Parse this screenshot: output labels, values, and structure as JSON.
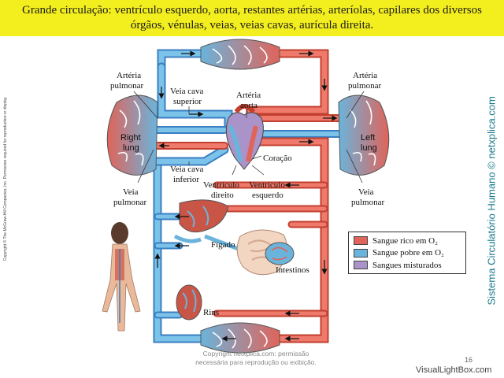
{
  "title": {
    "line1": "Grande circulação: ventrículo esquerdo, aorta, restantes artérias, arteríolas, capilares dos diversos",
    "line2": "órgãos, vénulas, veias, veias cavas, aurícula direita."
  },
  "labels": {
    "arteria_pulmonar_left": [
      "Artéria",
      "pulmonar"
    ],
    "arteria_pulmonar_right": [
      "Artéria",
      "pulmonar"
    ],
    "veia_cava_superior": [
      "Veia cava",
      "superior"
    ],
    "arteria_aorta": [
      "Artéria",
      "aorta"
    ],
    "right_lung": [
      "Right",
      "lung"
    ],
    "left_lung": [
      "Left",
      "lung"
    ],
    "coracao": "Coração",
    "veia_cava_inferior": [
      "Veia cava",
      "inferior"
    ],
    "ventriculo_direito": [
      "Ventrículo",
      "direito"
    ],
    "ventriculo_esquerdo": [
      "Ventrículo",
      "esquerdo"
    ],
    "veia_pulmonar_left": [
      "Veia",
      "pulmonar"
    ],
    "veia_pulmonar_right": [
      "Veia",
      "pulmonar"
    ],
    "figado": "Fígado",
    "intestinos": "Intestinos",
    "rins": "Rins"
  },
  "legend": [
    {
      "label": "Sangue rico em O₂",
      "color": "#e0645a"
    },
    {
      "label": "Sangue pobre em O₂",
      "color": "#6ab4dc"
    },
    {
      "label": "Sangues misturados",
      "color": "#a993c9"
    }
  ],
  "side_copyright": "Copyright © The McGraw-Hill Companies, Inc. Permission required for reproduction or display.",
  "side_brand": "Sistema Circulatório Humano © netxplica.com",
  "footer": {
    "line1": "Copyright netxplica.com: permissão",
    "line2": "necessária para reprodução ou exibição."
  },
  "page_number": "16",
  "watermark": "VisualLightBox.com",
  "colors": {
    "oxygen_rich": "#e0645a",
    "oxygen_poor": "#6ab4dc",
    "mixed": "#a993c9",
    "title_bg": "#f3ee1e"
  }
}
